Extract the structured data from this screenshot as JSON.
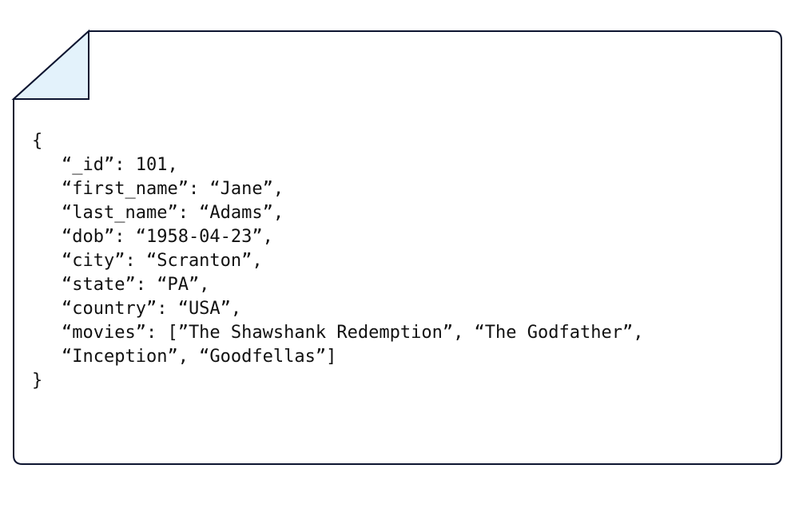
{
  "document": {
    "lines": [
      "{",
      "“_id”: 101,",
      "“first_name”: “Jane”,",
      "“last_name”: “Adams”,",
      "“dob”: “1958-04-23”,",
      "“city”: “Scranton”,",
      "“state”: “PA”,",
      "“country”: “USA”,",
      "“movies”: [”The Shawshank Redemption”, “The Godfather”,",
      "“Inception”, “Goodfellas”]",
      "}"
    ]
  },
  "colors": {
    "outline": "#0d1530",
    "fold_fill": "#e3f2fb",
    "text": "#111111",
    "background": "#ffffff"
  }
}
